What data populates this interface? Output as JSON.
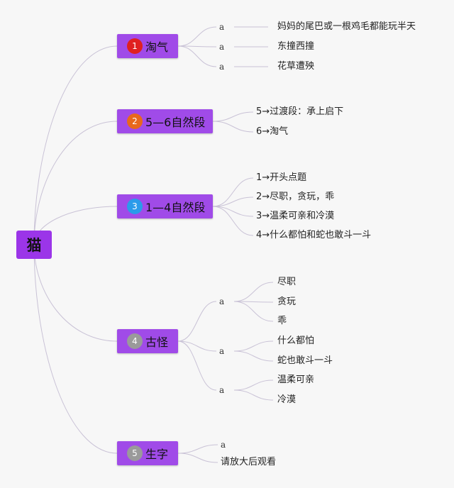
{
  "root": "猫",
  "colors": {
    "node_fill": "#a04be8",
    "root_fill": "#9b35e8",
    "link_stroke": "#c9c2d6",
    "badge_1": "#e02020",
    "badge_2": "#e8681c",
    "badge_3": "#2a9bea",
    "badge_4": "#9a9a9a",
    "badge_5": "#9a9a9a"
  },
  "branches": [
    {
      "badge": "1",
      "title": "淘气",
      "hub": "a",
      "leaves": [
        "妈妈的尾巴或一根鸡毛都能玩半天",
        "东撞西撞",
        "花草遭殃"
      ]
    },
    {
      "badge": "2",
      "title": "5—6自然段",
      "leaves": [
        "5→过渡段：承上启下",
        "6→淘气"
      ]
    },
    {
      "badge": "3",
      "title": "1—4自然段",
      "leaves": [
        "1→开头点题",
        "2→尽职，贪玩，乖",
        "3→温柔可亲和冷漠",
        "4→什么都怕和蛇也敢斗一斗"
      ]
    },
    {
      "badge": "4",
      "title": "古怪",
      "hub": "a",
      "groups": [
        [
          "尽职",
          "贪玩",
          "乖"
        ],
        [
          "什么都怕",
          "蛇也敢斗一斗"
        ],
        [
          "温柔可亲",
          "冷漠"
        ]
      ]
    },
    {
      "badge": "5",
      "title": "生字",
      "hub": "a",
      "leaves": [
        "请放大后观看"
      ]
    }
  ]
}
